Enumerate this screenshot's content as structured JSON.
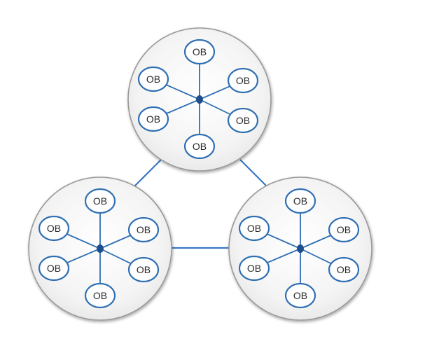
{
  "node_label": "OB",
  "colors": {
    "cluster_fill": "#eeeeee",
    "cluster_stroke": "#9a9a9a",
    "spoke": "#2f6fb3",
    "hub": "#1f4e8c",
    "node_fill": "#ffffff",
    "node_stroke": "#2f6fb3",
    "link": "#3a78c2"
  },
  "clusters": [
    {
      "id": "top",
      "nodes": [
        "OB",
        "OB",
        "OB",
        "OB",
        "OB",
        "OB"
      ]
    },
    {
      "id": "bottom-left",
      "nodes": [
        "OB",
        "OB",
        "OB",
        "OB",
        "OB",
        "OB"
      ]
    },
    {
      "id": "bottom-right",
      "nodes": [
        "OB",
        "OB",
        "OB",
        "OB",
        "OB",
        "OB"
      ]
    }
  ],
  "links": [
    {
      "from": "top",
      "to": "bottom-left"
    },
    {
      "from": "top",
      "to": "bottom-right"
    },
    {
      "from": "bottom-left",
      "to": "bottom-right"
    }
  ]
}
